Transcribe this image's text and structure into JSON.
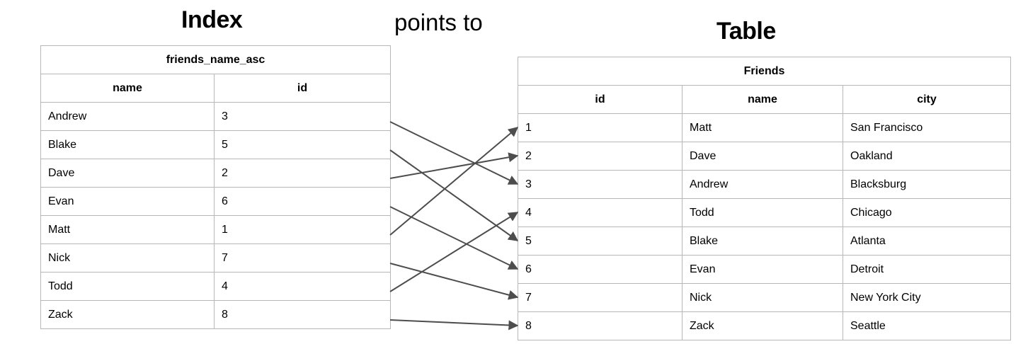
{
  "headings": {
    "index": "Index",
    "table": "Table",
    "relation": "points to"
  },
  "index_table": {
    "name": "friends_name_asc",
    "columns": [
      "name",
      "id"
    ],
    "rows": [
      {
        "name": "Andrew",
        "id": "3"
      },
      {
        "name": "Blake",
        "id": "5"
      },
      {
        "name": "Dave",
        "id": "2"
      },
      {
        "name": "Evan",
        "id": "6"
      },
      {
        "name": "Matt",
        "id": "1"
      },
      {
        "name": "Nick",
        "id": "7"
      },
      {
        "name": "Todd",
        "id": "4"
      },
      {
        "name": "Zack",
        "id": "8"
      }
    ]
  },
  "friends_table": {
    "name": "Friends",
    "columns": [
      "id",
      "name",
      "city"
    ],
    "rows": [
      {
        "id": "1",
        "name": "Matt",
        "city": "San Francisco"
      },
      {
        "id": "2",
        "name": "Dave",
        "city": "Oakland"
      },
      {
        "id": "3",
        "name": "Andrew",
        "city": "Blacksburg"
      },
      {
        "id": "4",
        "name": "Todd",
        "city": "Chicago"
      },
      {
        "id": "5",
        "name": "Blake",
        "city": "Atlanta"
      },
      {
        "id": "6",
        "name": "Evan",
        "city": "Detroit"
      },
      {
        "id": "7",
        "name": "Nick",
        "city": "New York City"
      },
      {
        "id": "8",
        "name": "Zack",
        "city": "Seattle"
      }
    ]
  },
  "connectors": {
    "color": "#4d4d4d",
    "links": [
      {
        "from_index_row": 1,
        "from_name": "Andrew",
        "to_table_row": 3,
        "to_id": "3"
      },
      {
        "from_index_row": 2,
        "from_name": "Blake",
        "to_table_row": 5,
        "to_id": "5"
      },
      {
        "from_index_row": 3,
        "from_name": "Dave",
        "to_table_row": 2,
        "to_id": "2"
      },
      {
        "from_index_row": 4,
        "from_name": "Evan",
        "to_table_row": 6,
        "to_id": "6"
      },
      {
        "from_index_row": 5,
        "from_name": "Matt",
        "to_table_row": 1,
        "to_id": "1"
      },
      {
        "from_index_row": 6,
        "from_name": "Nick",
        "to_table_row": 7,
        "to_id": "7"
      },
      {
        "from_index_row": 7,
        "from_name": "Todd",
        "to_table_row": 4,
        "to_id": "4"
      },
      {
        "from_index_row": 8,
        "from_name": "Zack",
        "to_table_row": 8,
        "to_id": "8"
      }
    ]
  },
  "colors": {
    "border": "#b7b7b7",
    "arrow": "#4d4d4d",
    "text": "#000000",
    "background": "#ffffff"
  }
}
